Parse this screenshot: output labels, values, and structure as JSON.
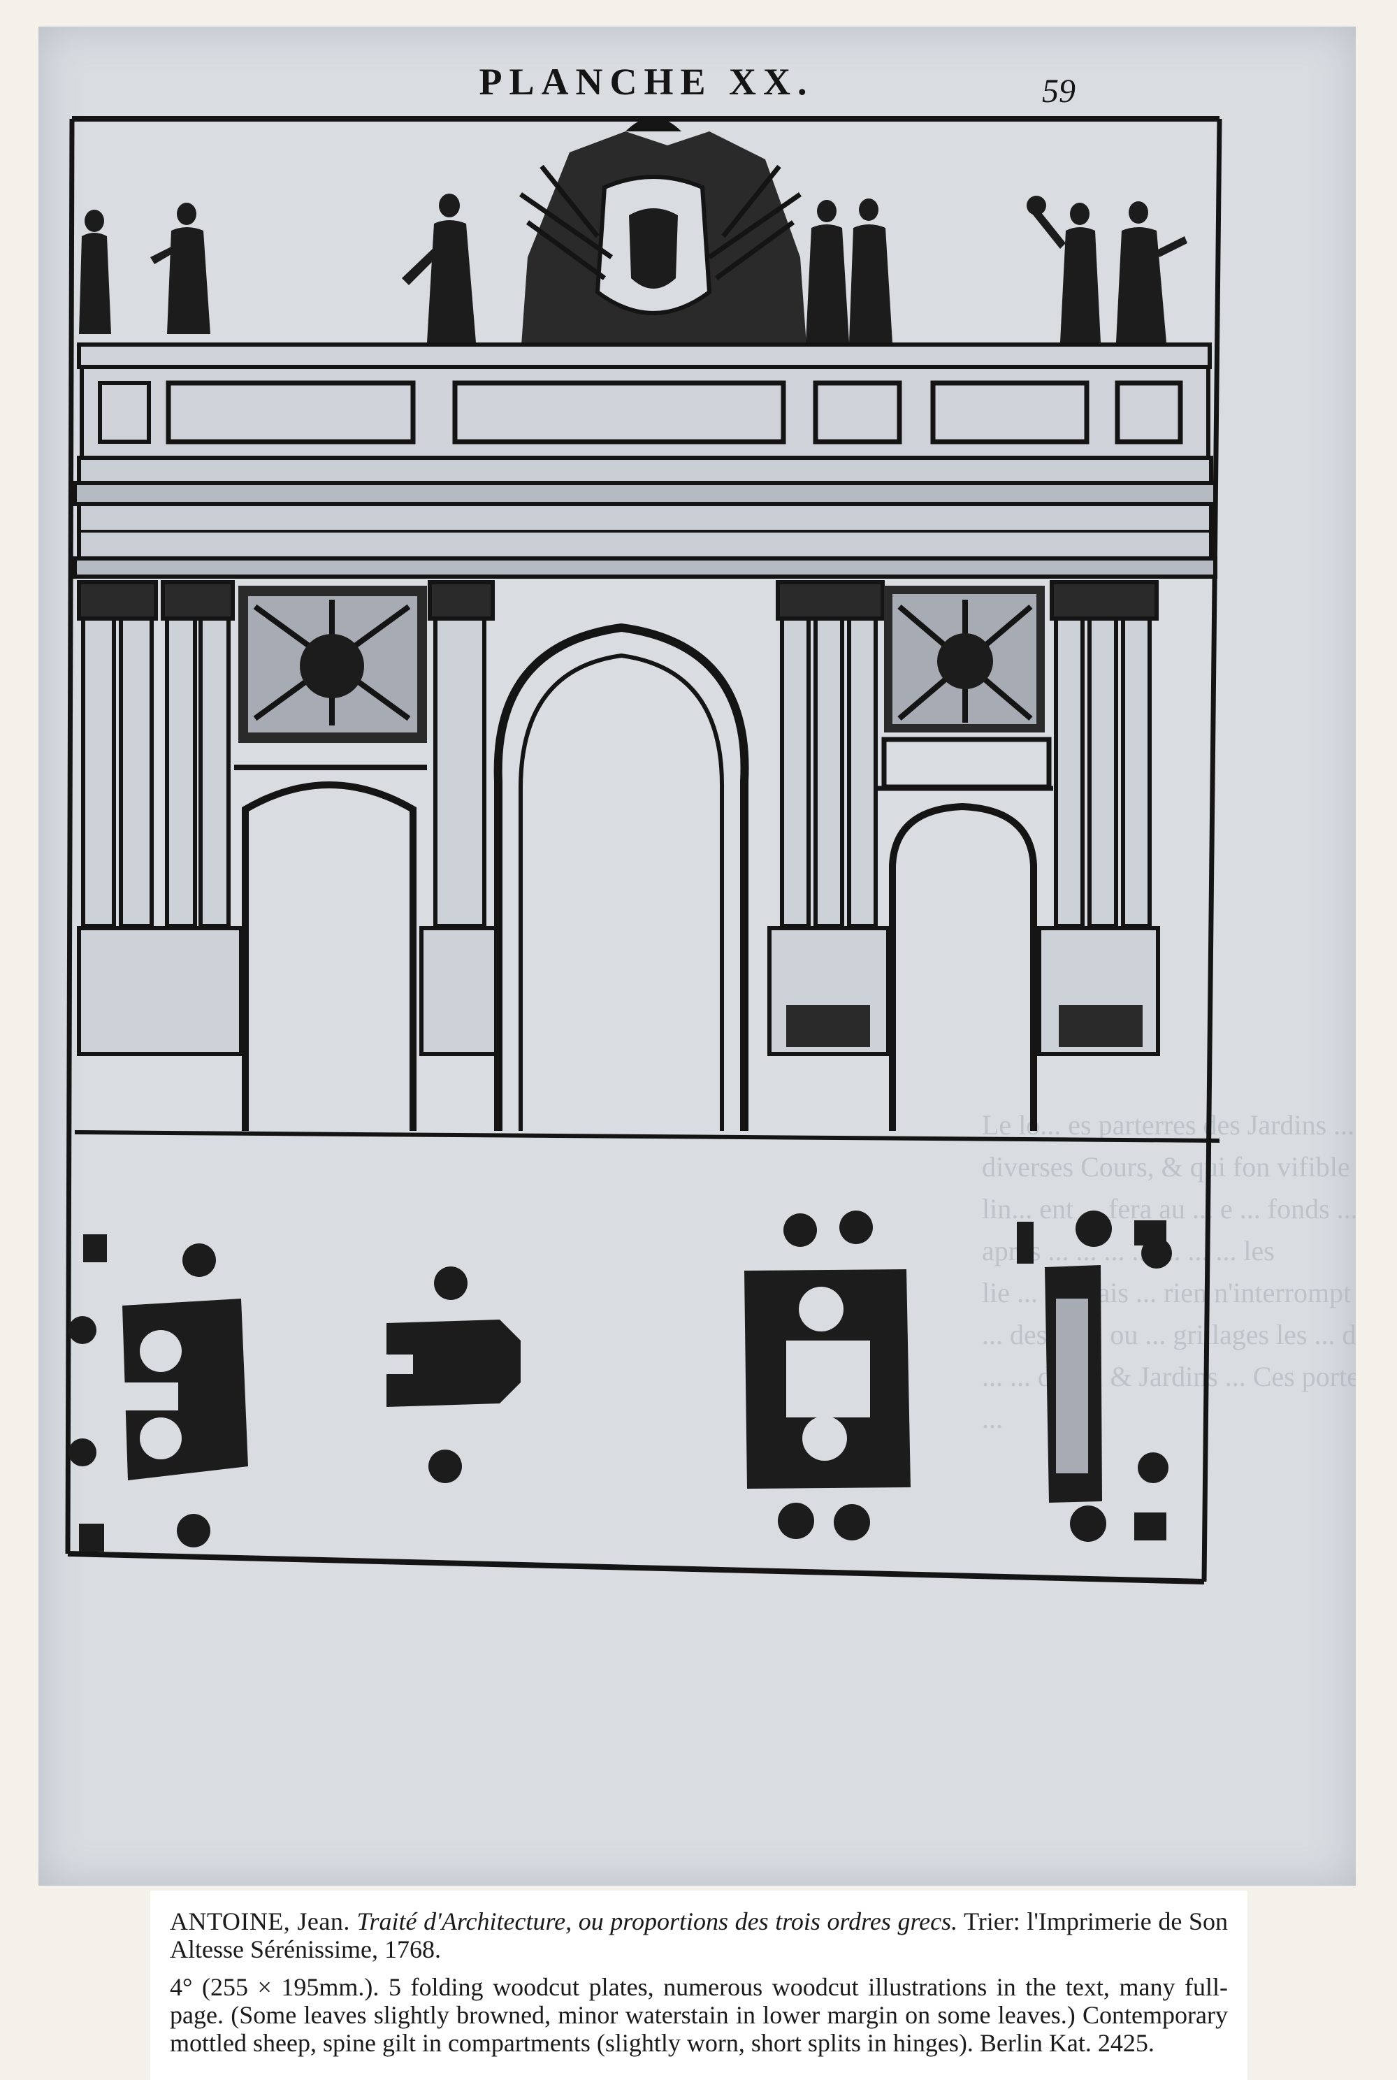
{
  "plate": {
    "title": "PLANCHE XX.",
    "page_number": "59",
    "bleed_through_text": [
      "Le lo... es parterres des Jardins ... la Cour ... tes",
      "diverses Cours, & qui fon vifible à la vue ... le ... la",
      "lin... ent ... fera au ... e ... fonds ...",
      "apres ... ... ... ... ... ... ... les",
      "lie ... ... Mais ... rien n'interrompt ... une des perfonnes",
      "... des ... ... ou ... grillages les ... des ... ",
      "... ... des ... & Jardins ... Ces portes ...",
      "... "
    ]
  },
  "caption": {
    "author": "ANTOINE, Jean.",
    "title": "Traité d'Architecture, ou proportions des trois ordres grecs.",
    "imprint": "Trier: l'Imprimerie de Son Altesse Sérénissime, 1768.",
    "description": "4° (255 × 195mm.). 5 folding woodcut plates, numerous woodcut illustrations in the text, many full-page. (Some leaves slightly browned, minor waterstain in lower margin on some leaves.) Contemporary mottled sheep, spine gilt in compartments (slightly worn, short splits in hinges). Berlin Kat. 2425."
  },
  "colors": {
    "page": "#d9dde2",
    "ink": "#141414",
    "caption_bg": "#ffffff"
  }
}
